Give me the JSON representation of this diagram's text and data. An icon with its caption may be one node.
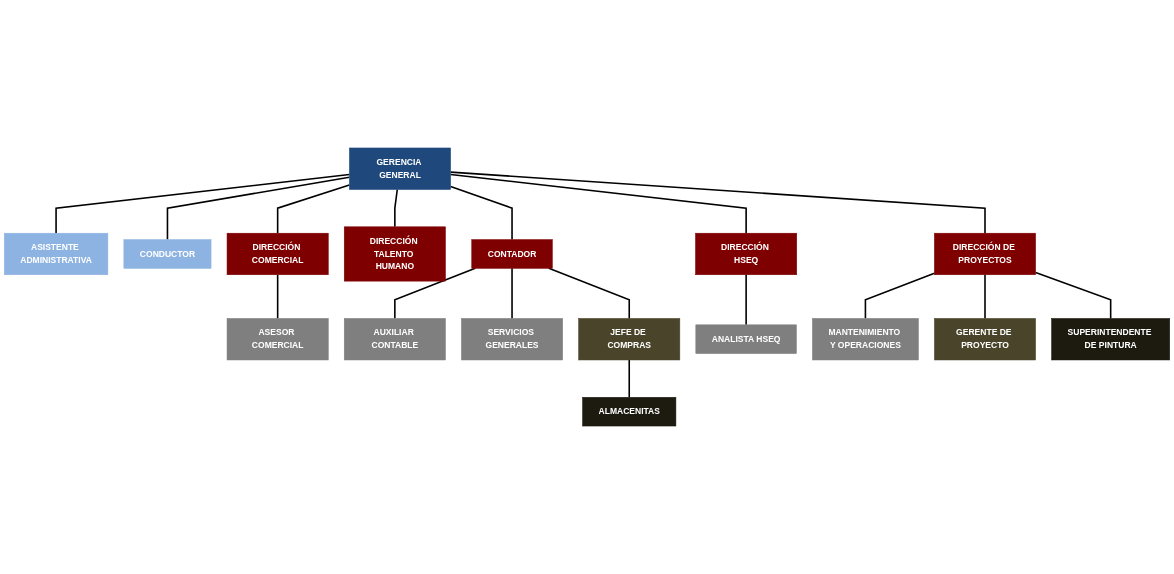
{
  "diagram": {
    "nodes": [
      {
        "text": [
          "GERENCIA GENERAL"
        ]
      },
      {
        "text": [
          "ASISTENTE ADMINISTRATIVA"
        ]
      },
      {
        "text": [
          "CONDUCTOR"
        ]
      },
      {
        "text": [
          "DIRECCIÓN COMERCIAL"
        ]
      },
      {
        "text": [
          "DIRECCIÓN TALENTO HUMANO"
        ]
      },
      {
        "text": [
          "CONTADOR"
        ]
      },
      {
        "text": [
          "DIRECCIÓN HSEQ"
        ]
      },
      {
        "text": [
          "DIRECCIÓN DE PROYECTOS"
        ]
      },
      {
        "text": [
          "ASESOR COMERCIAL"
        ]
      },
      {
        "text": [
          "AUXILIAR CONTABLE"
        ]
      },
      {
        "text": [
          "SERVICIOS GENERALES"
        ]
      },
      {
        "text": [
          "JEFE DE COMPRAS"
        ]
      },
      {
        "text": [
          "ALMACENITAS"
        ]
      },
      {
        "text": [
          "ANALISTA HSEQ"
        ]
      },
      {
        "text": [
          "MANTENIMIENTO Y OPERACIONES"
        ]
      },
      {
        "text": [
          "GERENTE DE PROYECTO"
        ]
      },
      {
        "text": [
          "SUPERINTENDENTE DE PINTURA"
        ]
      }
    ],
    "edges": [
      {
        "from": 0,
        "to": 1,
        "arrow": "none"
      },
      {
        "from": 0,
        "to": 2,
        "arrow": "none"
      },
      {
        "from": 0,
        "to": 3,
        "arrow": "none"
      },
      {
        "from": 0,
        "to": 4,
        "arrow": "none"
      },
      {
        "from": 0,
        "to": 5,
        "arrow": "none"
      },
      {
        "from": 0,
        "to": 6,
        "arrow": "none"
      },
      {
        "from": 0,
        "to": 7,
        "arrow": "none"
      },
      {
        "from": 3,
        "to": 8,
        "arrow": "none"
      },
      {
        "from": 5,
        "to": 9,
        "arrow": "none"
      },
      {
        "from": 5,
        "to": 10,
        "arrow": "none"
      },
      {
        "from": 5,
        "to": 11,
        "arrow": "none"
      },
      {
        "from": 11,
        "to": 12,
        "arrow": "none"
      },
      {
        "from": 6,
        "to": 13,
        "arrow": "none"
      },
      {
        "from": 7,
        "to": 14,
        "arrow": "none"
      },
      {
        "from": 7,
        "to": 15,
        "arrow": "none"
      },
      {
        "from": 7,
        "to": 16,
        "arrow": "none"
      }
    ]
  }
}
